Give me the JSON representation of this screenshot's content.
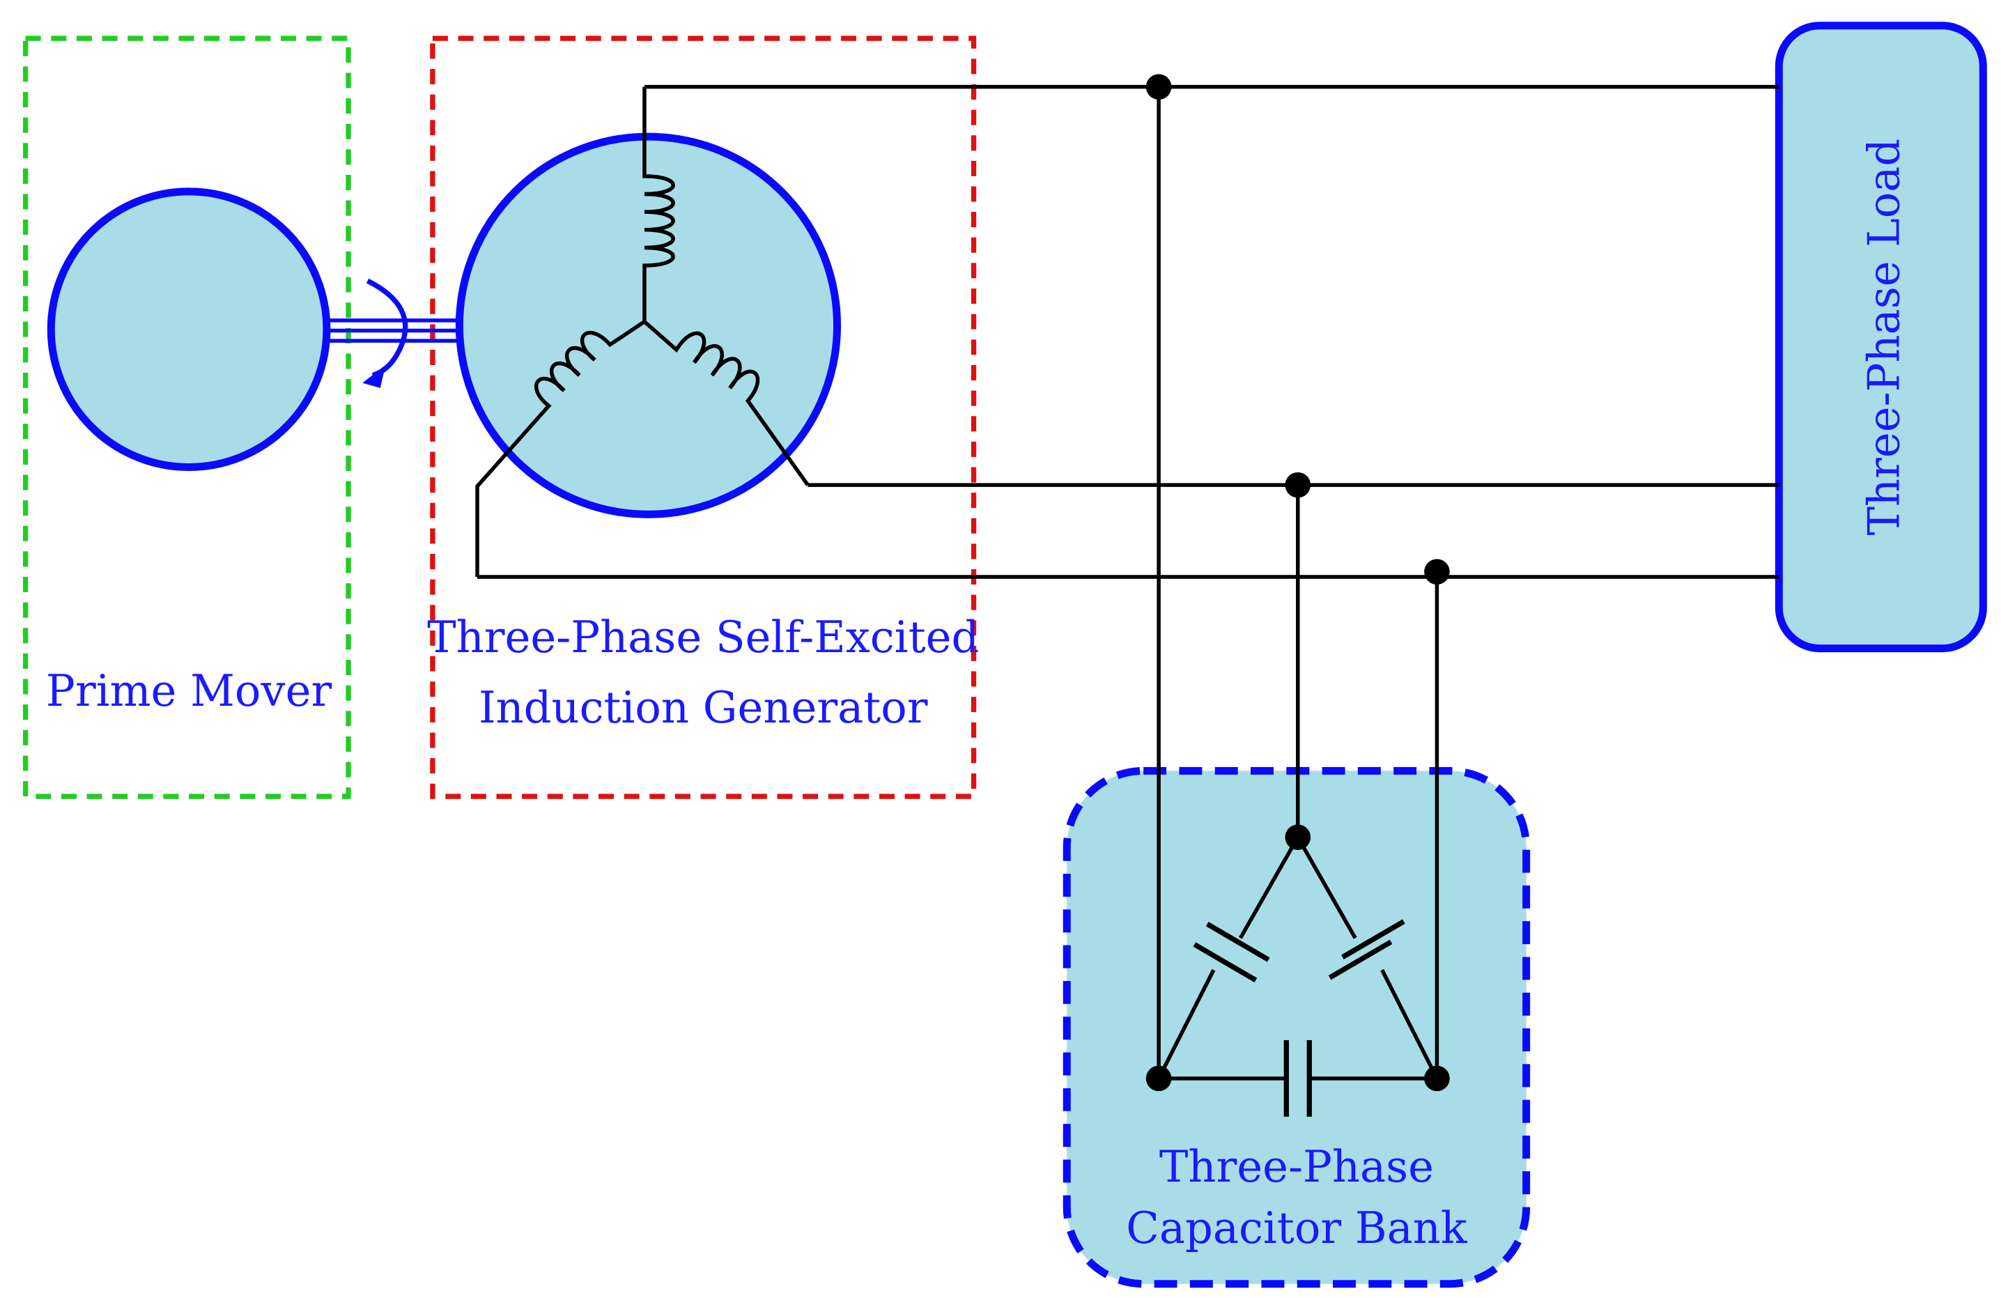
{
  "labels": {
    "prime_mover": "Prime Mover",
    "generator_line1": "Three-Phase Self-Excited",
    "generator_line2": "Induction Generator",
    "load": "Three-Phase Load",
    "capacitor_line1": "Three-Phase",
    "capacitor_line2": "Capacitor Bank"
  },
  "colors": {
    "label_text": "#1a1aff",
    "prime_mover_border": "#22cc22",
    "generator_border": "#dd1111",
    "component_fill": "#a8dde8",
    "component_stroke": "#0a0aff",
    "wire": "#000000"
  }
}
